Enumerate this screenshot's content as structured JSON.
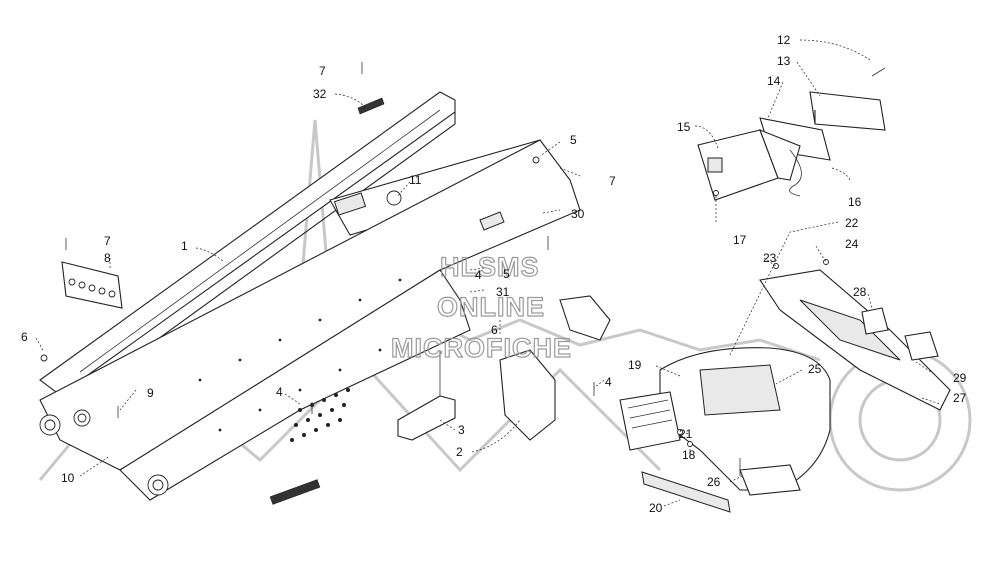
{
  "watermark": {
    "lines": [
      "HLSMS",
      "ONLINE",
      "MICROFICHE"
    ]
  },
  "callouts": [
    {
      "id": "c1",
      "label": "1"
    },
    {
      "id": "c2",
      "label": "2"
    },
    {
      "id": "c3",
      "label": "3"
    },
    {
      "id": "c4a",
      "label": "4"
    },
    {
      "id": "c4b",
      "label": "4"
    },
    {
      "id": "c4c",
      "label": "4"
    },
    {
      "id": "c5a",
      "label": "5"
    },
    {
      "id": "c5b",
      "label": "5"
    },
    {
      "id": "c6a",
      "label": "6"
    },
    {
      "id": "c6b",
      "label": "6"
    },
    {
      "id": "c7a",
      "label": "7"
    },
    {
      "id": "c7b",
      "label": "7"
    },
    {
      "id": "c7c",
      "label": "7"
    },
    {
      "id": "c8",
      "label": "8"
    },
    {
      "id": "c9",
      "label": "9"
    },
    {
      "id": "c10",
      "label": "10"
    },
    {
      "id": "c11",
      "label": "11"
    },
    {
      "id": "c12",
      "label": "12"
    },
    {
      "id": "c13",
      "label": "13"
    },
    {
      "id": "c14",
      "label": "14"
    },
    {
      "id": "c15",
      "label": "15"
    },
    {
      "id": "c16",
      "label": "16"
    },
    {
      "id": "c17",
      "label": "17"
    },
    {
      "id": "c18",
      "label": "18"
    },
    {
      "id": "c19",
      "label": "19"
    },
    {
      "id": "c20",
      "label": "20"
    },
    {
      "id": "c21",
      "label": "21"
    },
    {
      "id": "c22",
      "label": "22"
    },
    {
      "id": "c23",
      "label": "23"
    },
    {
      "id": "c24",
      "label": "24"
    },
    {
      "id": "c25",
      "label": "25"
    },
    {
      "id": "c26",
      "label": "26"
    },
    {
      "id": "c27",
      "label": "27"
    },
    {
      "id": "c28",
      "label": "28"
    },
    {
      "id": "c29",
      "label": "29"
    },
    {
      "id": "c30",
      "label": "30"
    },
    {
      "id": "c31",
      "label": "31"
    },
    {
      "id": "c32",
      "label": "32"
    }
  ]
}
